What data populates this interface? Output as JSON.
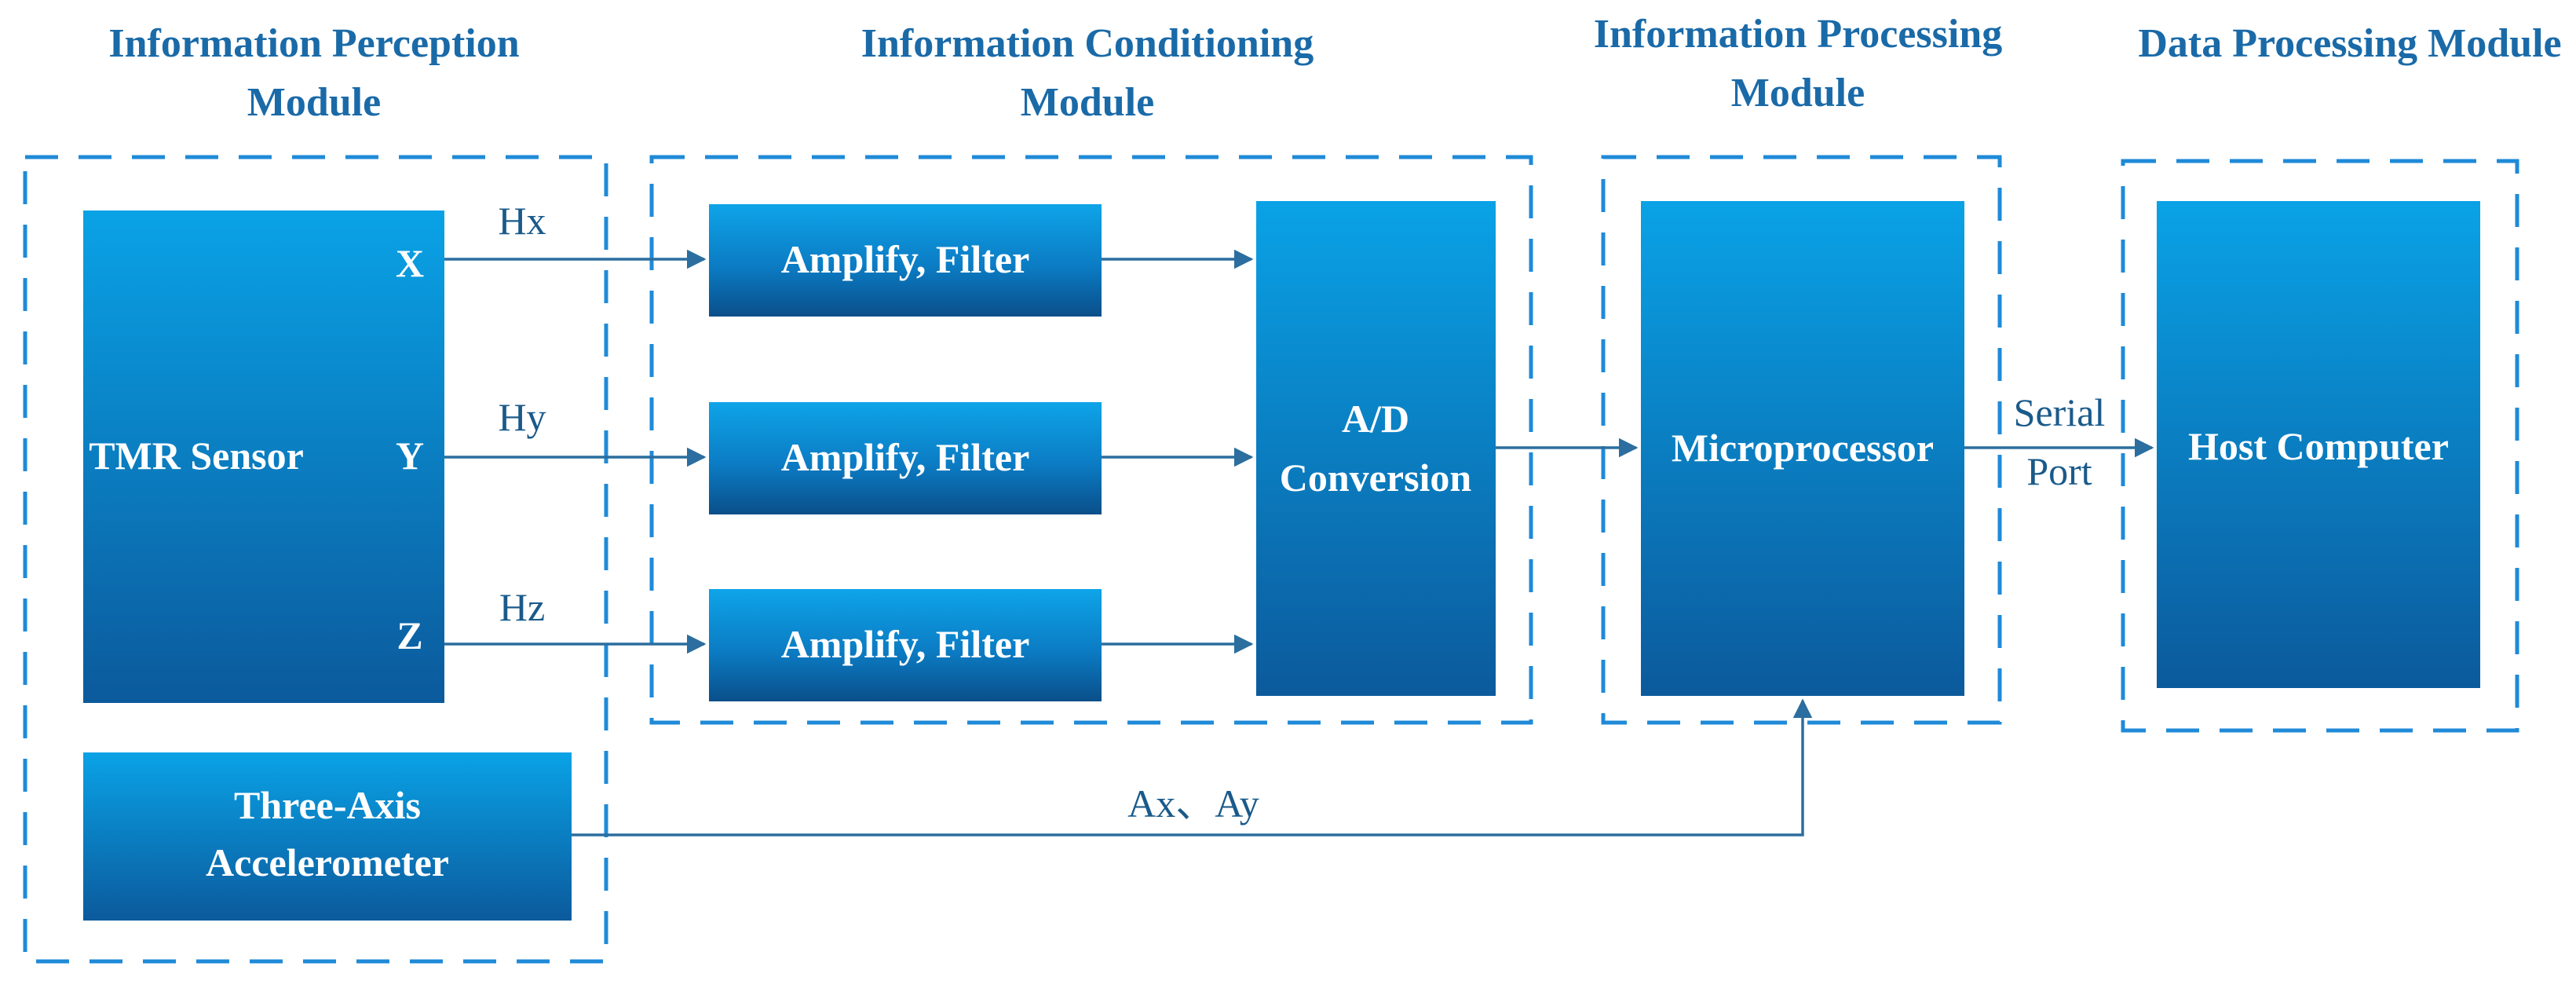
{
  "modules": {
    "perception": {
      "title_line1": "Information Perception",
      "title_line2": "Module"
    },
    "conditioning": {
      "title_line1": "Information Conditioning",
      "title_line2": "Module"
    },
    "processing": {
      "title_line1": "Information Processing",
      "title_line2": "Module"
    },
    "data": {
      "title_line1": "Data Processing Module"
    }
  },
  "blocks": {
    "tmr_sensor": {
      "label": "TMR Sensor",
      "port_x": "X",
      "port_y": "Y",
      "port_z": "Z"
    },
    "accelerometer": {
      "line1": "Three-Axis",
      "line2": "Accelerometer"
    },
    "amp_filter": {
      "label": "Amplify, Filter"
    },
    "ad_conversion": {
      "line1": "A/D",
      "line2": "Conversion"
    },
    "microprocessor": {
      "label": "Microprocessor"
    },
    "host_computer": {
      "label": "Host Computer"
    }
  },
  "signals": {
    "hx": "Hx",
    "hy": "Hy",
    "hz": "Hz",
    "accel": "Ax、Ay",
    "serial_line1": "Serial",
    "serial_line2": "Port"
  },
  "colors": {
    "block_top": "#0aa2e6",
    "block_bottom": "#0b5a9c",
    "dash": "#1f8ad8",
    "title": "#1a6aa8",
    "wire": "#2b6e9f"
  }
}
